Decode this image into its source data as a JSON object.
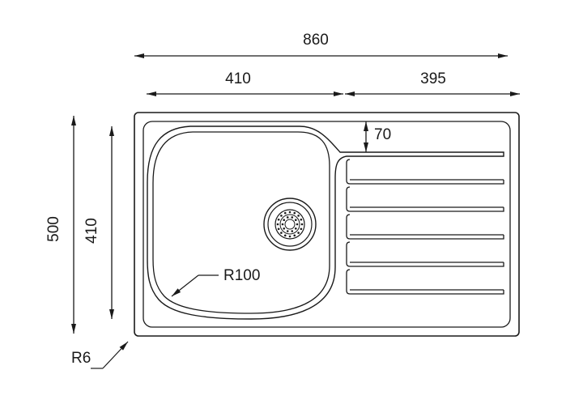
{
  "dimensions": {
    "overall_width": "860",
    "bowl_width": "410",
    "drainer_width": "395",
    "overall_depth": "500",
    "bowl_depth": "410",
    "drainer_offset": "70",
    "bowl_corner_radius": "R100",
    "outer_corner_radius": "R6"
  },
  "colors": {
    "line": "#1a1a1a",
    "background": "#ffffff"
  },
  "drainer": {
    "groove_count": 5
  }
}
